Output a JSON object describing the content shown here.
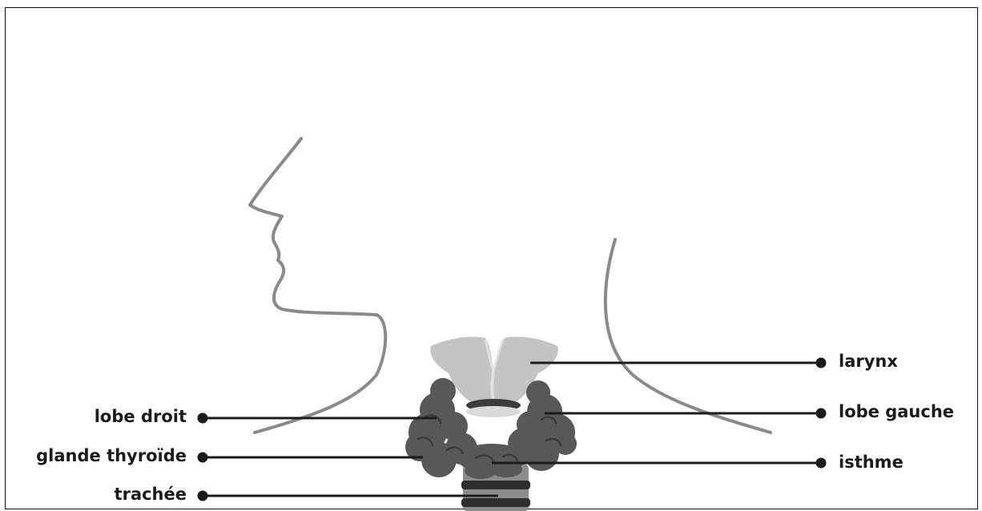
{
  "labels": {
    "larynx": "larynx",
    "lobe_gauche": "lobe gauche",
    "isthme": "isthme",
    "lobe_droit": "lobe droit",
    "glande_thyroide": "glande thyroïde",
    "trachee": "trachée"
  },
  "colors": {
    "outline": "#8a8a8a",
    "larynx": "#c4c4c4",
    "thyroid": "#585858",
    "thyroid_dark": "#3c3c3c",
    "trachea_light": "#8c8c8c",
    "trachea_dark": "#2e2e2e",
    "leader": "#1b1b1b",
    "text": "#1b1b1b"
  }
}
